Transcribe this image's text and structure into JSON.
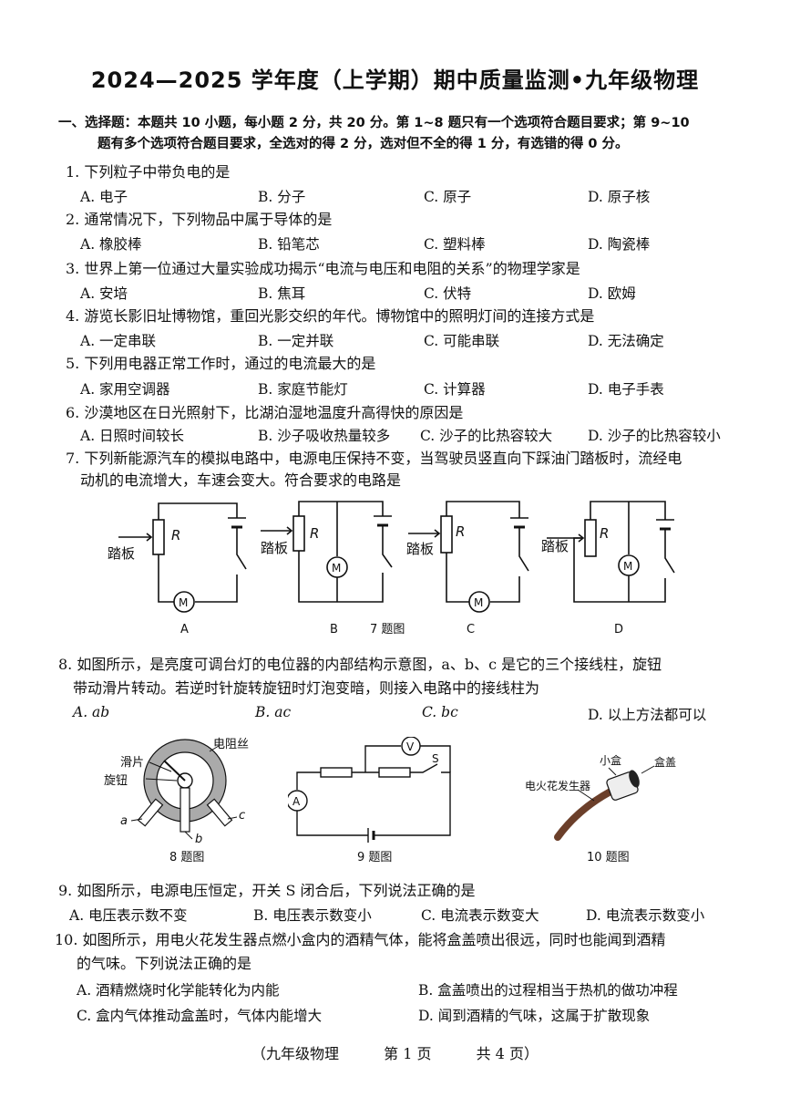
{
  "header": {
    "title": "2024—2025 学年度（上学期）期中质量监测•九年级物理"
  },
  "section1": {
    "line1": "一、选择题：本题共 10 小题，每小题 2 分，共 20 分。第 1~8 题只有一个选项符合题目要求；第 9~10",
    "line2": "题有多个选项符合题目要求，全选对的得 2 分，选对但不全的得 1 分，有选错的得 0 分。"
  },
  "questions": [
    {
      "stem": "1. 下列粒子中带负电的是",
      "options": [
        "A. 电子",
        "B. 分子",
        "C. 原子",
        "D. 原子核"
      ]
    },
    {
      "stem": "2. 通常情况下，下列物品中属于导体的是",
      "options": [
        "A. 橡胶棒",
        "B. 铅笔芯",
        "C. 塑料棒",
        "D. 陶瓷棒"
      ]
    },
    {
      "stem": "3. 世界上第一位通过大量实验成功揭示“电流与电压和电阻的关系”的物理学家是",
      "options": [
        "A. 安培",
        "B. 焦耳",
        "C. 伏特",
        "D. 欧姆"
      ]
    },
    {
      "stem": "4. 游览长影旧址博物馆，重回光影交织的年代。博物馆中的照明灯间的连接方式是",
      "options": [
        "A. 一定串联",
        "B. 一定并联",
        "C. 可能串联",
        "D. 无法确定"
      ]
    },
    {
      "stem": "5. 下列用电器正常工作时，通过的电流最大的是",
      "options": [
        "A. 家用空调器",
        "B. 家庭节能灯",
        "C. 计算器",
        "D. 电子手表"
      ]
    },
    {
      "stem": "6. 沙漠地区在日光照射下，比湖泊湿地温度升高得快的原因是",
      "options": [
        "A. 日照时间较长",
        "B. 沙子吸收热量较多",
        "C. 沙子的比热容较大",
        "D. 沙子的比热容较小"
      ]
    },
    {
      "stem_line1": "7. 下列新能源汽车的模拟电路中，电源电压保持不变，当驾驶员竖直向下踩油门踏板时，流经电",
      "stem_line2": "动机的电流增大，车速会变大。符合要求的电路是"
    },
    {
      "stem_line1": "8. 如图所示，是亮度可调台灯的电位器的内部结构示意图，a、b、c 是它的三个接线柱，旋钮",
      "stem_line2": "带动滑片转动。若逆时针旋转旋钮时灯泡变暗，则接入电路中的接线柱为",
      "options": [
        "A. ab",
        "B. ac",
        "C. bc",
        "D. 以上方法都可以"
      ]
    },
    {
      "stem": "9. 如图所示，电源电压恒定，开关 S 闭合后，下列说法正确的是",
      "options": [
        "A. 电压表示数不变",
        "B. 电压表示数变小",
        "C. 电流表示数变大",
        "D. 电流表示数变小"
      ]
    },
    {
      "stem_line1": "10. 如图所示，用电火花发生器点燃小盒内的酒精气体，能将盒盖喷出很远，同时也能闻到酒精",
      "stem_line2": "的气味。下列说法正确的是",
      "options": [
        "A. 酒精燃烧时化学能转化为内能",
        "B. 盒盖喷出的过程相当于热机的做功冲程",
        "C. 盒内气体推动盒盖时，气体内能增大",
        "D. 闻到酒精的气味，这属于扩散现象"
      ]
    }
  ],
  "figures": {
    "q7": {
      "labels": {
        "pedal": "踏板",
        "resistor": "R",
        "motor": "M"
      },
      "options": [
        "A",
        "B",
        "C",
        "D"
      ],
      "caption": "7 题图"
    },
    "q8": {
      "labels": {
        "slider": "滑片",
        "knob": "旋钮",
        "wire": "电阻丝",
        "a": "a",
        "b": "b",
        "c": "c"
      },
      "caption": "8 题图"
    },
    "q9": {
      "labels": {
        "voltmeter": "V",
        "ammeter": "A",
        "switch": "S"
      },
      "caption": "9 题图"
    },
    "q10": {
      "labels": {
        "box": "小盒",
        "lid": "盒盖",
        "generator": "电火花发生器"
      },
      "caption": "10 题图"
    }
  },
  "footer": {
    "subject": "（九年级物理",
    "page": "第 1 页",
    "total": "共 4 页）"
  }
}
